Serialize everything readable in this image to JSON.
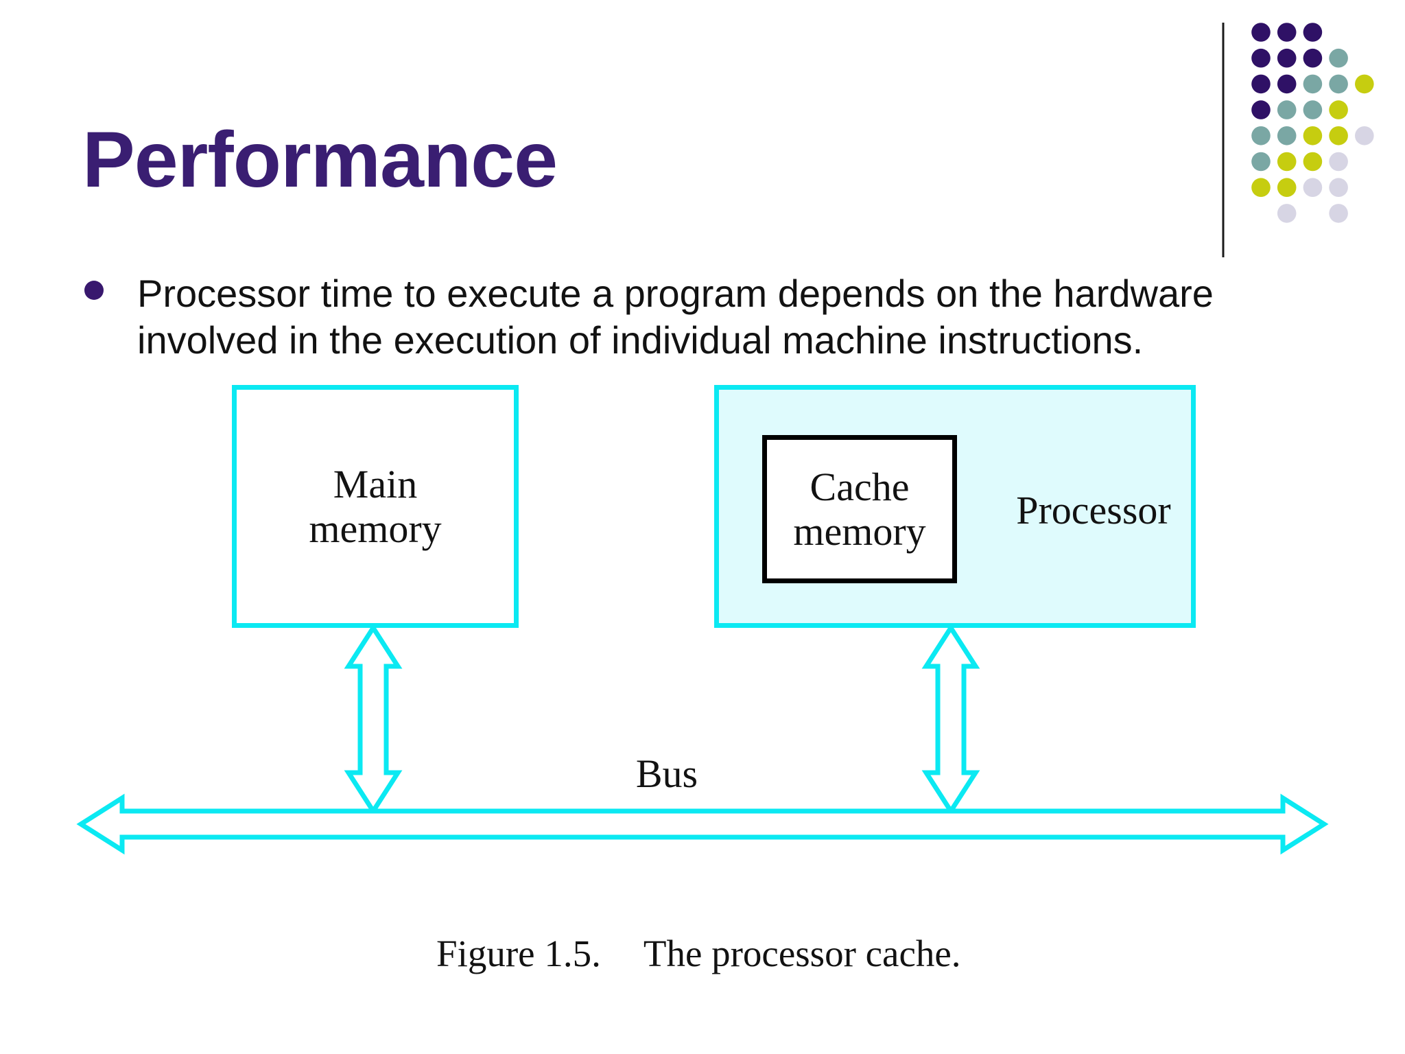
{
  "slide": {
    "title": "Performance",
    "bullet": {
      "line1": "Processor time to execute a program depends on the hardware",
      "line2": "involved in the execution of individual machine instructions."
    }
  },
  "diagram": {
    "main_memory": {
      "line1": "Main",
      "line2": "memory"
    },
    "cache_memory": {
      "line1": "Cache",
      "line2": "memory"
    },
    "processor_label": "Processor",
    "bus_label": "Bus"
  },
  "caption": {
    "figure_number": "Figure 1.5.",
    "figure_title": "The processor cache."
  },
  "colors": {
    "title_purple": "#3A1E72",
    "bullet_purple": "#38186E",
    "diagram_cyan": "#0BE9F2",
    "processor_fill": "#DFFBFD",
    "text_black": "#121212",
    "dot_purple": "#2F1166",
    "dot_teal": "#7AA7A4",
    "dot_yellow": "#C6CD10",
    "dot_lavender": "#D7D5E4",
    "divider_line": "#1A1A1A"
  },
  "decor": {
    "dots_pattern": [
      "PPP",
      "PPPT",
      "PPTTY",
      "PTTY",
      "TTYYL",
      "TYYL",
      "YYLL",
      "-L-L"
    ],
    "dot_color_map": {
      "P": "dot_purple",
      "T": "dot_teal",
      "Y": "dot_yellow",
      "L": "dot_lavender"
    }
  }
}
